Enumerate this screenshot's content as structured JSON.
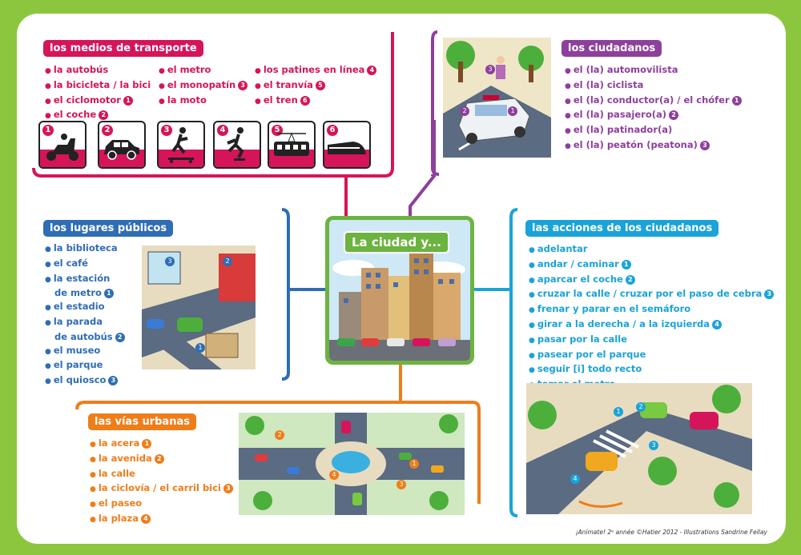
{
  "center": {
    "title": "La ciudad y..."
  },
  "transporte": {
    "title": "los medios de transporte",
    "col1": [
      {
        "text": "la autobús",
        "badge": ""
      },
      {
        "text": "la bicicleta / la bici",
        "badge": ""
      },
      {
        "text": "el ciclomotor",
        "badge": "1"
      },
      {
        "text": "el coche",
        "badge": "2"
      }
    ],
    "col2": [
      {
        "text": "el metro",
        "badge": ""
      },
      {
        "text": "el monopatín",
        "badge": "3"
      },
      {
        "text": "la moto",
        "badge": ""
      }
    ],
    "col3": [
      {
        "text": "los patines en línea",
        "badge": "4"
      },
      {
        "text": "el tranvía",
        "badge": "5"
      },
      {
        "text": "el tren",
        "badge": "6"
      }
    ],
    "tiles": [
      {
        "num": "1",
        "icon": "scooter-icon"
      },
      {
        "num": "2",
        "icon": "car-icon"
      },
      {
        "num": "3",
        "icon": "skateboarder-icon"
      },
      {
        "num": "4",
        "icon": "inline-skater-icon"
      },
      {
        "num": "5",
        "icon": "tram-icon"
      },
      {
        "num": "6",
        "icon": "train-icon"
      }
    ]
  },
  "ciudadanos": {
    "title": "los ciudadanos",
    "items": [
      {
        "text": "el (la) automovilista",
        "badge": ""
      },
      {
        "text": "el (la) ciclista",
        "badge": ""
      },
      {
        "text": "el (la) conductor(a) / el chófer",
        "badge": "1"
      },
      {
        "text": "el (la) pasajero(a)",
        "badge": "2"
      },
      {
        "text": "el (la) patinador(a)",
        "badge": ""
      },
      {
        "text": "el (la) peatón (peatona)",
        "badge": "3"
      }
    ]
  },
  "lugares": {
    "title": "los lugares públicos",
    "items": [
      {
        "text": "la biblioteca",
        "badge": ""
      },
      {
        "text": "el café",
        "badge": ""
      },
      {
        "text": "la estación",
        "badge": ""
      },
      {
        "text": "de metro",
        "badge": "1",
        "indent": true
      },
      {
        "text": "el estadio",
        "badge": ""
      },
      {
        "text": "la parada",
        "badge": ""
      },
      {
        "text": "de autobús",
        "badge": "2",
        "indent": true
      },
      {
        "text": "el museo",
        "badge": ""
      },
      {
        "text": "el parque",
        "badge": ""
      },
      {
        "text": "el quiosco",
        "badge": "3"
      }
    ]
  },
  "acciones": {
    "title": "las acciones de los ciudadanos",
    "items": [
      {
        "text": "adelantar",
        "badge": ""
      },
      {
        "text": "andar / caminar",
        "badge": "1"
      },
      {
        "text": "aparcar el coche",
        "badge": "2"
      },
      {
        "text": "cruzar la calle / cruzar por el paso de cebra",
        "badge": "3"
      },
      {
        "text": "frenar y parar en el semáforo",
        "badge": ""
      },
      {
        "text": "girar a la derecha / a la izquierda",
        "badge": "4"
      },
      {
        "text": "pasar por la calle",
        "badge": ""
      },
      {
        "text": "pasear por el parque",
        "badge": ""
      },
      {
        "text": "seguir [i] todo recto",
        "badge": ""
      },
      {
        "text": "tomar el metro",
        "badge": ""
      }
    ]
  },
  "vias": {
    "title": "las vías urbanas",
    "items": [
      {
        "text": "la acera",
        "badge": "1"
      },
      {
        "text": "la avenida",
        "badge": "2"
      },
      {
        "text": "la calle",
        "badge": ""
      },
      {
        "text": "la ciclovía / el carril bici",
        "badge": "3"
      },
      {
        "text": "el paseo",
        "badge": ""
      },
      {
        "text": "la plaza",
        "badge": "4"
      }
    ]
  },
  "credit": "¡Anímate! 2ᵉ année ©Hatier 2012 - Illustrations Sandrine Fellay",
  "colors": {
    "background": "#8cc63f",
    "transporte": "#d6145a",
    "ciudadanos": "#8e3f9c",
    "lugares": "#2f6db5",
    "acciones": "#1aa3d9",
    "vias": "#ef7d1a",
    "center": "#6cb33f"
  }
}
